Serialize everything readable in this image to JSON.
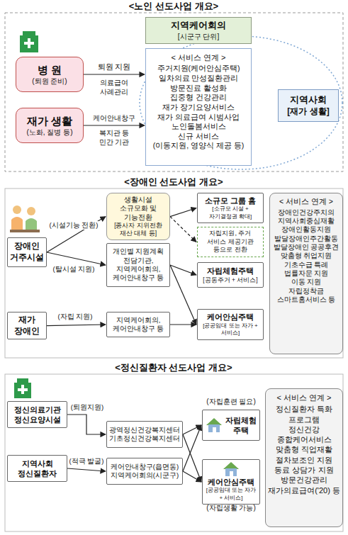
{
  "diagram": {
    "nodes": [
      {
        "text": [
          "지역케어회의",
          "[시군구 단위]"
        ]
      },
      {
        "text": [
          "병 원",
          "(퇴원 준비)"
        ]
      },
      {
        "text": [
          "재가 생활",
          "(노화, 질병 등)"
        ]
      },
      {
        "text": [
          "< 서비스 연계 >",
          "주거지원(케어안심주택)",
          "일차의료 만성질환관리",
          "방문진료 활성화",
          "집중형 건강관리",
          "재가 장기요양서비스",
          "재가 의료급여 시범사업",
          "노인돌봄서비스",
          "신규 서비스",
          "(이동지원, 영양식 제공 등)"
        ]
      },
      {
        "text": [
          "지역사회",
          "[재가 생활]"
        ]
      },
      {
        "text": [
          "장애인 거주시설"
        ]
      },
      {
        "text": [
          "생활시설 소규모화 및 기능전환",
          "[종사자 지위전환 재산 대체 등]"
        ]
      },
      {
        "text": [
          "개인별 지원계획 전담기관, 지역케어회의, 케어안내창구 등"
        ]
      },
      {
        "text": [
          "소규모 그룹 홈",
          "[소규모 시설 + 자기결정권 확대]"
        ]
      },
      {
        "text": [
          "자립지원, 주거 서비스 제공기관 등으로 전환"
        ]
      },
      {
        "text": [
          "자립체험주택",
          "[공동주거 + 서비스]"
        ]
      },
      {
        "text": [
          "재가 장애인"
        ]
      },
      {
        "text": [
          "지역케어회의, 케어안내창구 등"
        ]
      },
      {
        "text": [
          "케어안심주택",
          "[공공임대 또는 자가 + 서비스]"
        ]
      },
      {
        "text": [
          "< 서비스 연계 >",
          "장애인건강주치의",
          "지역사회중심재활",
          "장애인활동지원",
          "발달장애인주간활동",
          "발달장애인 공공후견",
          "맞춤형 취업지원",
          "기초수급 특례",
          "법률자문 지원",
          "이동 지원",
          "자립정착금",
          "스마트홈서비스 등"
        ]
      },
      {
        "text": [
          "정신의료기관 정신요양시설"
        ]
      },
      {
        "text": [
          "광역정신건강복지센터",
          "기초정신건강복지센터"
        ]
      },
      {
        "text": [
          "자립체험 주택"
        ]
      },
      {
        "text": [
          "지역사회 정신질환자"
        ]
      },
      {
        "text": [
          "케어안내창구(읍면동)",
          "지역케어회의(시군구)"
        ]
      },
      {
        "text": [
          "케어안심주택",
          "[공공임대 또는 자가 + 서비스]"
        ]
      },
      {
        "text": [
          "< 서비스 연계 >",
          "정신질환자 특화 프로그램",
          "정신건강 종합케어서비스",
          "맞춤형 직업재활",
          "절차보조인 지원",
          "동료 상담가 지원",
          "방문건강관리",
          "재가의료급여('20) 등"
        ]
      }
    ],
    "edges": [
      {
        "from": 1,
        "to": 3,
        "arrow": "to",
        "label": "퇴원 지원"
      },
      {
        "from": 2,
        "to": 3,
        "arrow": "to",
        "label": "케어안내창구"
      },
      {
        "from": 5,
        "to": 6,
        "arrow": "to",
        "label": "(시설기능 전환)"
      },
      {
        "from": 5,
        "to": 7,
        "arrow": "to",
        "label": "(탈시설 지원)"
      },
      {
        "from": 11,
        "to": 12,
        "arrow": "to",
        "label": "(자립 지원)"
      },
      {
        "from": 6,
        "to": 8,
        "arrow": "to"
      },
      {
        "from": 6,
        "to": 9,
        "arrow": "to"
      },
      {
        "from": 7,
        "to": 10,
        "arrow": "to"
      },
      {
        "from": 7,
        "to": 13,
        "arrow": "to"
      },
      {
        "from": 12,
        "to": 13,
        "arrow": "to"
      },
      {
        "from": 15,
        "to": 16,
        "arrow": "to",
        "label": "(퇴원지원)"
      },
      {
        "from": 18,
        "to": 19,
        "arrow": "to",
        "label": "(적극 발굴)"
      },
      {
        "from": 16,
        "to": 17,
        "arrow": "to"
      },
      {
        "from": 16,
        "to": 20,
        "arrow": "to"
      },
      {
        "from": 19,
        "to": 17,
        "arrow": "to"
      },
      {
        "from": 19,
        "to": 20,
        "arrow": "to"
      }
    ],
    "labels": [
      "<노인 선도사업 개요>",
      "의료급여 사례관리",
      "복지관 등 민간 기관",
      "<장애인 선도사업 개요>",
      "<정신질환자 선도사업 개요>",
      "(자립훈련 필요)",
      "(자립생활 가능)"
    ]
  }
}
